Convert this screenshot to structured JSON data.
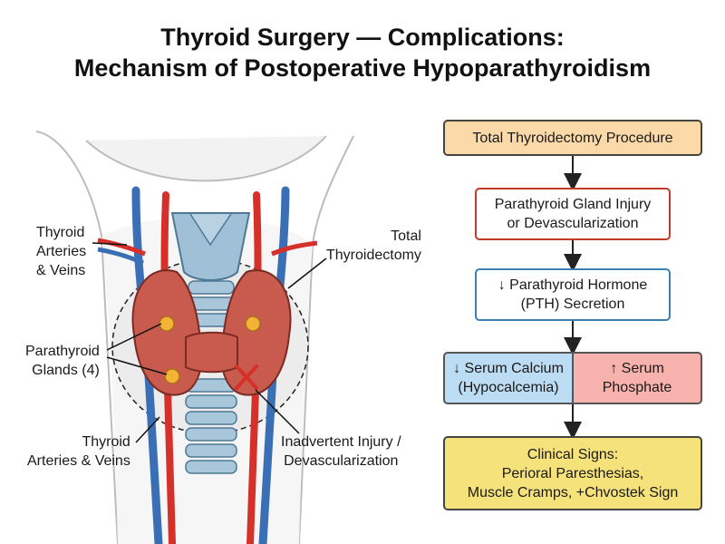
{
  "title": {
    "line1": "Thyroid Surgery — Complications:",
    "line2": "Mechanism of Postoperative Hypoparathyroidism"
  },
  "anatomy_labels": {
    "arteries_veins_top": [
      "Thyroid",
      "Arteries",
      "& Veins"
    ],
    "parathyroid": [
      "Parathyroid",
      "Glands (4)"
    ],
    "arteries_veins_bottom": [
      "Thyroid",
      "Arteries & Veins"
    ],
    "total_thyroidectomy": [
      "Total",
      "Thyroidectomy"
    ],
    "injury": [
      "Inadvertent Injury /",
      "Devascularization"
    ]
  },
  "flowchart": {
    "step1": "Total Thyroidectomy Procedure",
    "step2": [
      "Parathyroid Gland Injury",
      "or Devascularization"
    ],
    "step3": [
      "↓ Parathyroid Hormone",
      "(PTH) Secretion"
    ],
    "step4_left": [
      "↓ Serum Calcium",
      "(Hypocalcemia)"
    ],
    "step4_right": [
      "↑ Serum",
      "Phosphate"
    ],
    "step5": [
      "Clinical Signs:",
      "Perioral Paresthesias,",
      "Muscle Cramps, +Chvostek Sign"
    ]
  },
  "colors": {
    "step1_fill": "#fbd9a8",
    "step2_border": "#c0392b",
    "step3_border": "#3d7fb5",
    "calcium_fill": "#bcdcf3",
    "phosphate_fill": "#f7b2ae",
    "clinical_fill": "#f6e27a",
    "artery": "#d6302b",
    "vein": "#3a6fb5",
    "thyroid": "#c85a4e",
    "parathyroid": "#f5b335"
  }
}
